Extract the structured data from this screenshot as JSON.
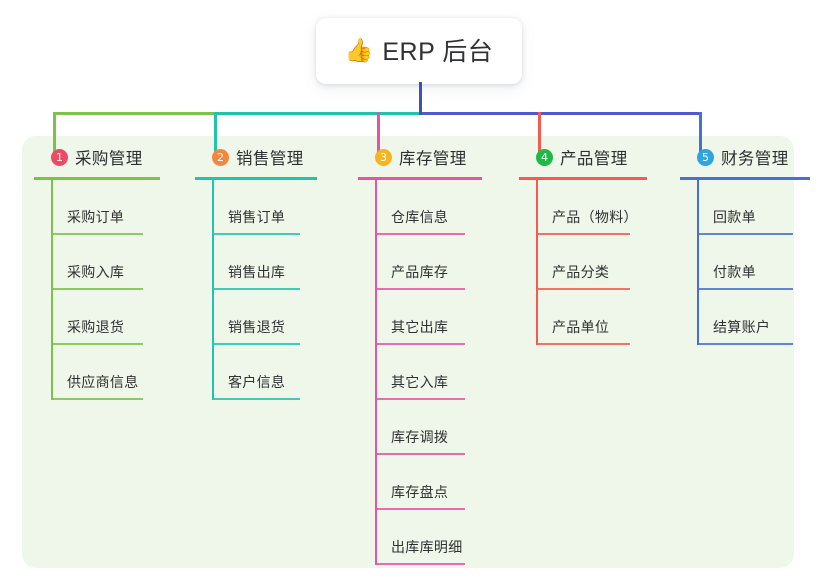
{
  "root": {
    "icon": "thumbs-up-icon",
    "emoji": "👍",
    "title": "ERP 后台"
  },
  "canvas": {
    "background": "#FFFFFF",
    "panel_color": "#EFF7EA"
  },
  "connector": {
    "stem_color": "#3F51B5",
    "segment_left_color": "#7CC24A",
    "segment_mid_color": "#21C3A8",
    "segment_right_color": "#5159CE"
  },
  "columns": [
    {
      "number": "1",
      "badge_color": "#ED4A63",
      "accent": "#7CC24A",
      "title": "采购管理",
      "items": [
        "采购订单",
        "采购入库",
        "采购退货",
        "供应商信息"
      ]
    },
    {
      "number": "2",
      "badge_color": "#F4873E",
      "accent": "#22C5AC",
      "title": "销售管理",
      "items": [
        "销售订单",
        "销售出库",
        "销售退货",
        "客户信息"
      ]
    },
    {
      "number": "3",
      "badge_color": "#F5B51E",
      "accent": "#E754A4",
      "title": "库存管理",
      "items": [
        "仓库信息",
        "产品库存",
        "其它出库",
        "其它入库",
        "库存调拨",
        "库存盘点",
        "出库库明细"
      ]
    },
    {
      "number": "4",
      "badge_color": "#1FBA45",
      "accent": "#F55B4E",
      "title": "产品管理",
      "items": [
        "产品（物料）",
        "产品分类",
        "产品单位"
      ]
    },
    {
      "number": "5",
      "badge_color": "#2BA6E0",
      "accent": "#4A6FD4",
      "title": "财务管理",
      "items": [
        "回款单",
        "付款单",
        "结算账户"
      ]
    }
  ]
}
